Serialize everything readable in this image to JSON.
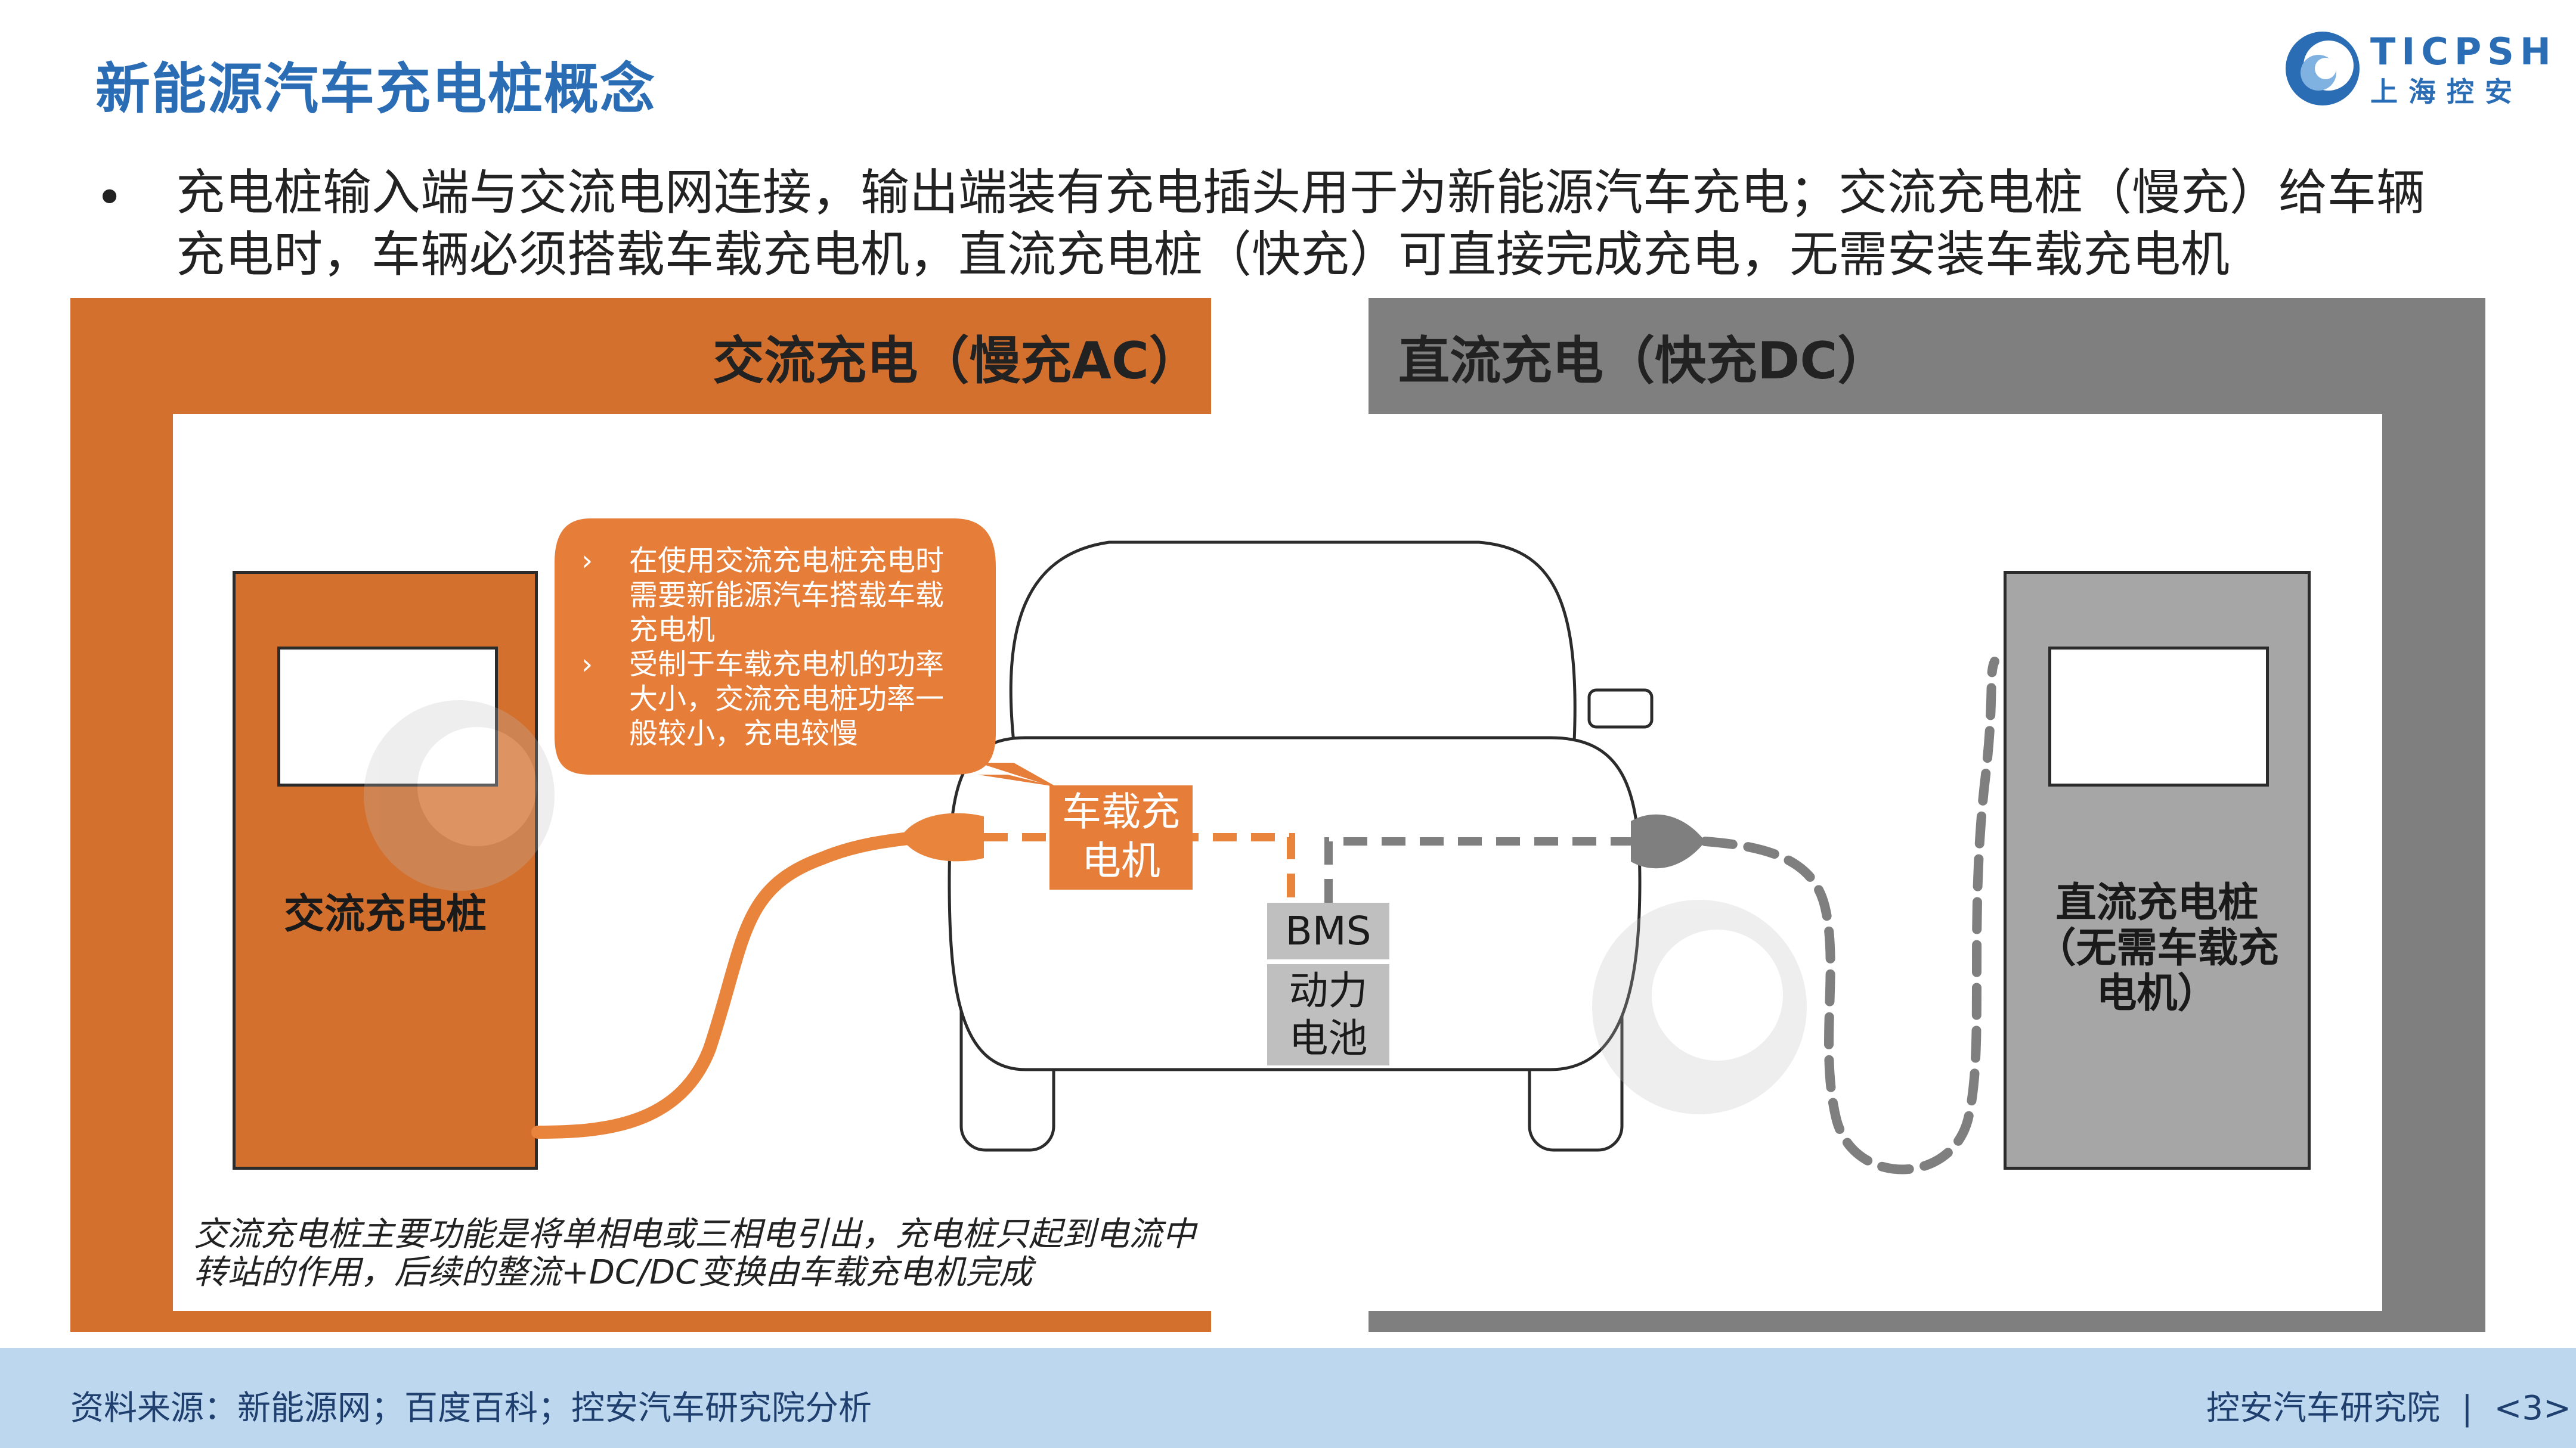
{
  "title": "新能源汽车充电桩概念",
  "logo": {
    "text_en": "TICPSH",
    "text_cn": "上海控安"
  },
  "bullet": {
    "text": "充电桩输入端与交流电网连接，输出端装有充电插头用于为新能源汽车充电；交流充电桩（慢充）给车辆充电时，车辆必须搭载车载充电机，直流充电桩（快充）可直接完成充电，无需安装车载充电机"
  },
  "ac_panel": {
    "header": "交流充电（慢充AC）",
    "station_label": "交流充电桩",
    "callout": {
      "items": [
        "在使用交流充电桩充电时需要新能源汽车搭载车载充电机",
        "受制于车载充电机的功率大小，交流充电桩功率一般较小，充电较慢"
      ],
      "bullet_glyph": "›"
    },
    "note": "交流充电桩主要功能是将单相电或三相电引出，充电桩只起到电流中转站的作用，后续的整流+DC/DC变换由车载充电机完成"
  },
  "dc_panel": {
    "header": "直流充电（快充DC）",
    "station_label_line1": "直流充电桩",
    "station_label_line2": "（无需车载充",
    "station_label_line3": "电机）"
  },
  "car": {
    "obc_line1": "车载充",
    "obc_line2": "电机",
    "bms": "BMS",
    "battery_line1": "动力",
    "battery_line2": "电池"
  },
  "footer": {
    "source": "资料来源：新能源网；百度百科；控安汽车研究院分析",
    "org": "控安汽车研究院",
    "separator": "|",
    "page": "<3>"
  },
  "colors": {
    "accent_orange": "#d4702d",
    "obc_orange": "#e67e3a",
    "dc_gray": "#7f7f7f",
    "title_blue": "#2a6db5",
    "footer_bg": "#bdd7ee"
  }
}
